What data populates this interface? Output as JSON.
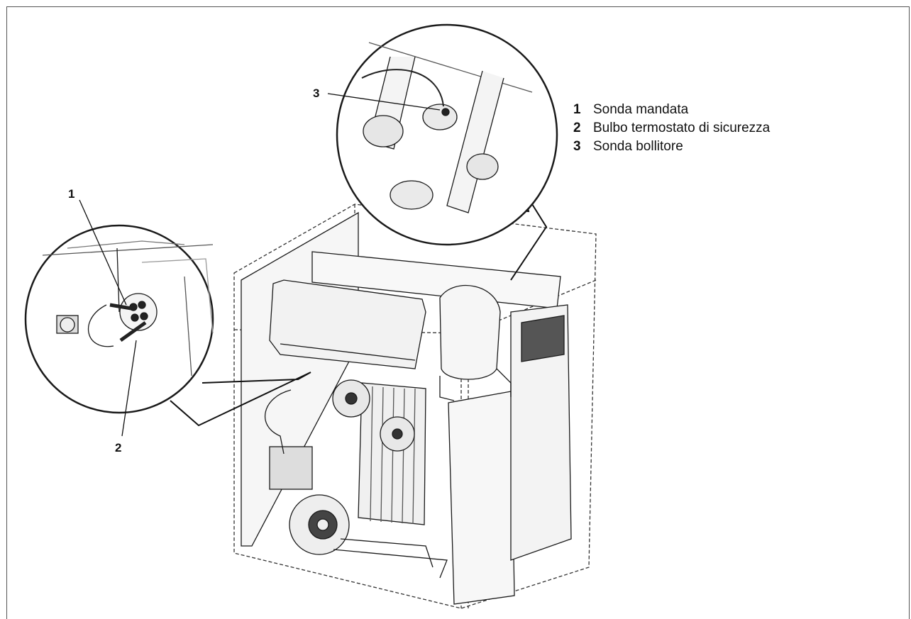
{
  "callouts": {
    "c1": "1",
    "c2": "2",
    "c3": "3"
  },
  "legend": {
    "items": [
      {
        "num": "1",
        "text": "Sonda mandata"
      },
      {
        "num": "2",
        "text": "Bulbo termostato di sicurezza"
      },
      {
        "num": "3",
        "text": "Sonda bollitore"
      }
    ]
  },
  "colors": {
    "line": "#1a1a1a",
    "panel": "#eeeeee",
    "shade": "#bdbdbd"
  }
}
